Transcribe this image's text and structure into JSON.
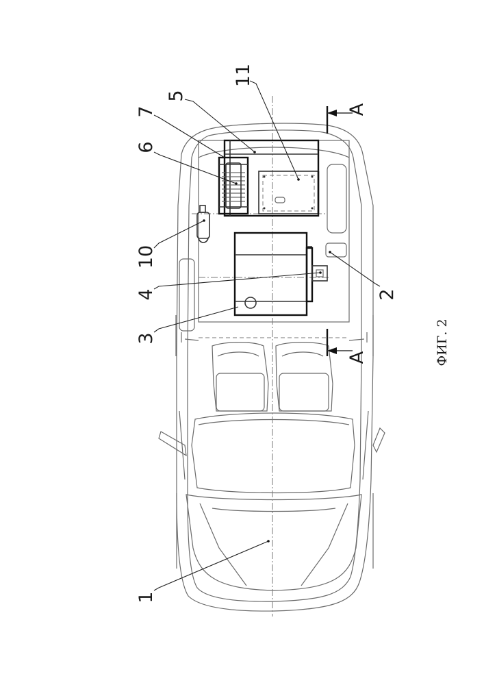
{
  "figure_caption": "ФИГ. 2",
  "section_marker": "A",
  "labels": {
    "l1": "1",
    "l2": "2",
    "l3": "3",
    "l4": "4",
    "l5": "5",
    "l6": "6",
    "l7": "7",
    "l10": "10",
    "l11": "11"
  }
}
